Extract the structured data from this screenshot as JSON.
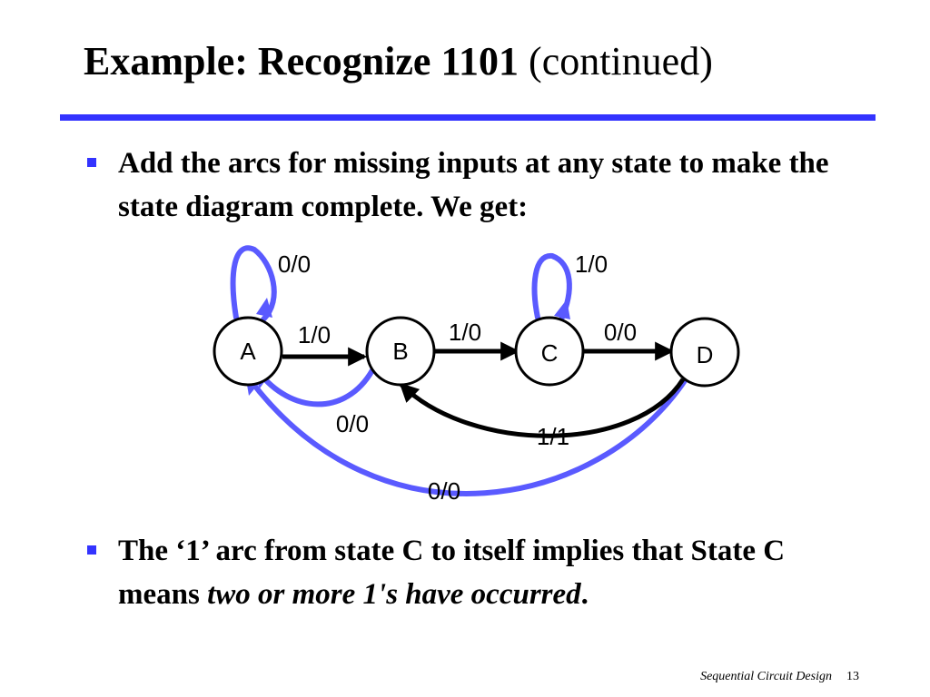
{
  "slide": {
    "title": "Example: Recognize 1101",
    "title_suffix": "(continued)",
    "bullets": [
      {
        "text": "Add the arcs for missing inputs at any state to make the state diagram complete. We get:"
      },
      {
        "text_plain": "The ‘1’ arc from state C to itself implies that State C means ",
        "text_italic": "two or more 1's have occurred",
        "text_end": "."
      }
    ],
    "footer": {
      "title": "Sequential Circuit Design",
      "page": "13"
    }
  },
  "colors": {
    "accent": "#3333ff",
    "blue_arc": "#5a5aff",
    "black_arc": "#000000"
  },
  "diagram": {
    "states": [
      {
        "id": "A",
        "label": "A"
      },
      {
        "id": "B",
        "label": "B"
      },
      {
        "id": "C",
        "label": "C"
      },
      {
        "id": "D",
        "label": "D"
      }
    ],
    "arcs": [
      {
        "from": "A",
        "to": "A",
        "label": "0/0",
        "color": "blue"
      },
      {
        "from": "A",
        "to": "B",
        "label": "1/0",
        "color": "black"
      },
      {
        "from": "B",
        "to": "C",
        "label": "1/0",
        "color": "black"
      },
      {
        "from": "B",
        "to": "A",
        "label": "0/0",
        "color": "blue"
      },
      {
        "from": "C",
        "to": "C",
        "label": "1/0",
        "color": "blue"
      },
      {
        "from": "C",
        "to": "D",
        "label": "0/0",
        "color": "black"
      },
      {
        "from": "D",
        "to": "B",
        "label": "1/1",
        "color": "black"
      },
      {
        "from": "D",
        "to": "A",
        "label": "0/0",
        "color": "blue"
      }
    ]
  }
}
